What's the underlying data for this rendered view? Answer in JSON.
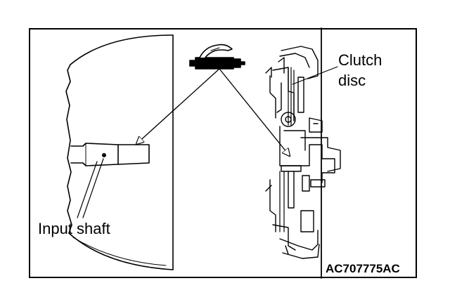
{
  "labels": {
    "clutch_disc_line1": "Clutch",
    "clutch_disc_line2": "disc",
    "input_shaft": "Input shaft",
    "figure_code": "AC707775AC"
  },
  "icons": [
    "grease-gun-icon"
  ],
  "colors": {
    "line": "#000000",
    "background": "#ffffff"
  }
}
